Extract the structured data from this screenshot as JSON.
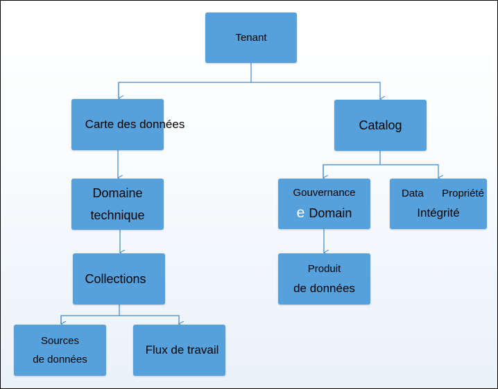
{
  "diagram": {
    "nodes": {
      "tenant": "Tenant",
      "data_map": "Carte des données",
      "catalog": "Catalog",
      "technical_domain": [
        "Domaine",
        "technique"
      ],
      "governance_domain": {
        "line1": "Gouvernance",
        "glyph": "e",
        "line2": "Domain"
      },
      "data_property_integrity": {
        "left": "Data",
        "right": "Propriété",
        "bottom": "Intégrité"
      },
      "collections": "Collections",
      "data_product": [
        "Produit",
        "de données"
      ],
      "data_sources": [
        "Sources",
        "de données"
      ],
      "workflow": "Flux de travail"
    },
    "colors": {
      "node_fill": "#56a0db",
      "connector": "#3c86c8",
      "text": "#000000",
      "accent_glyph": "#ffffff"
    }
  }
}
